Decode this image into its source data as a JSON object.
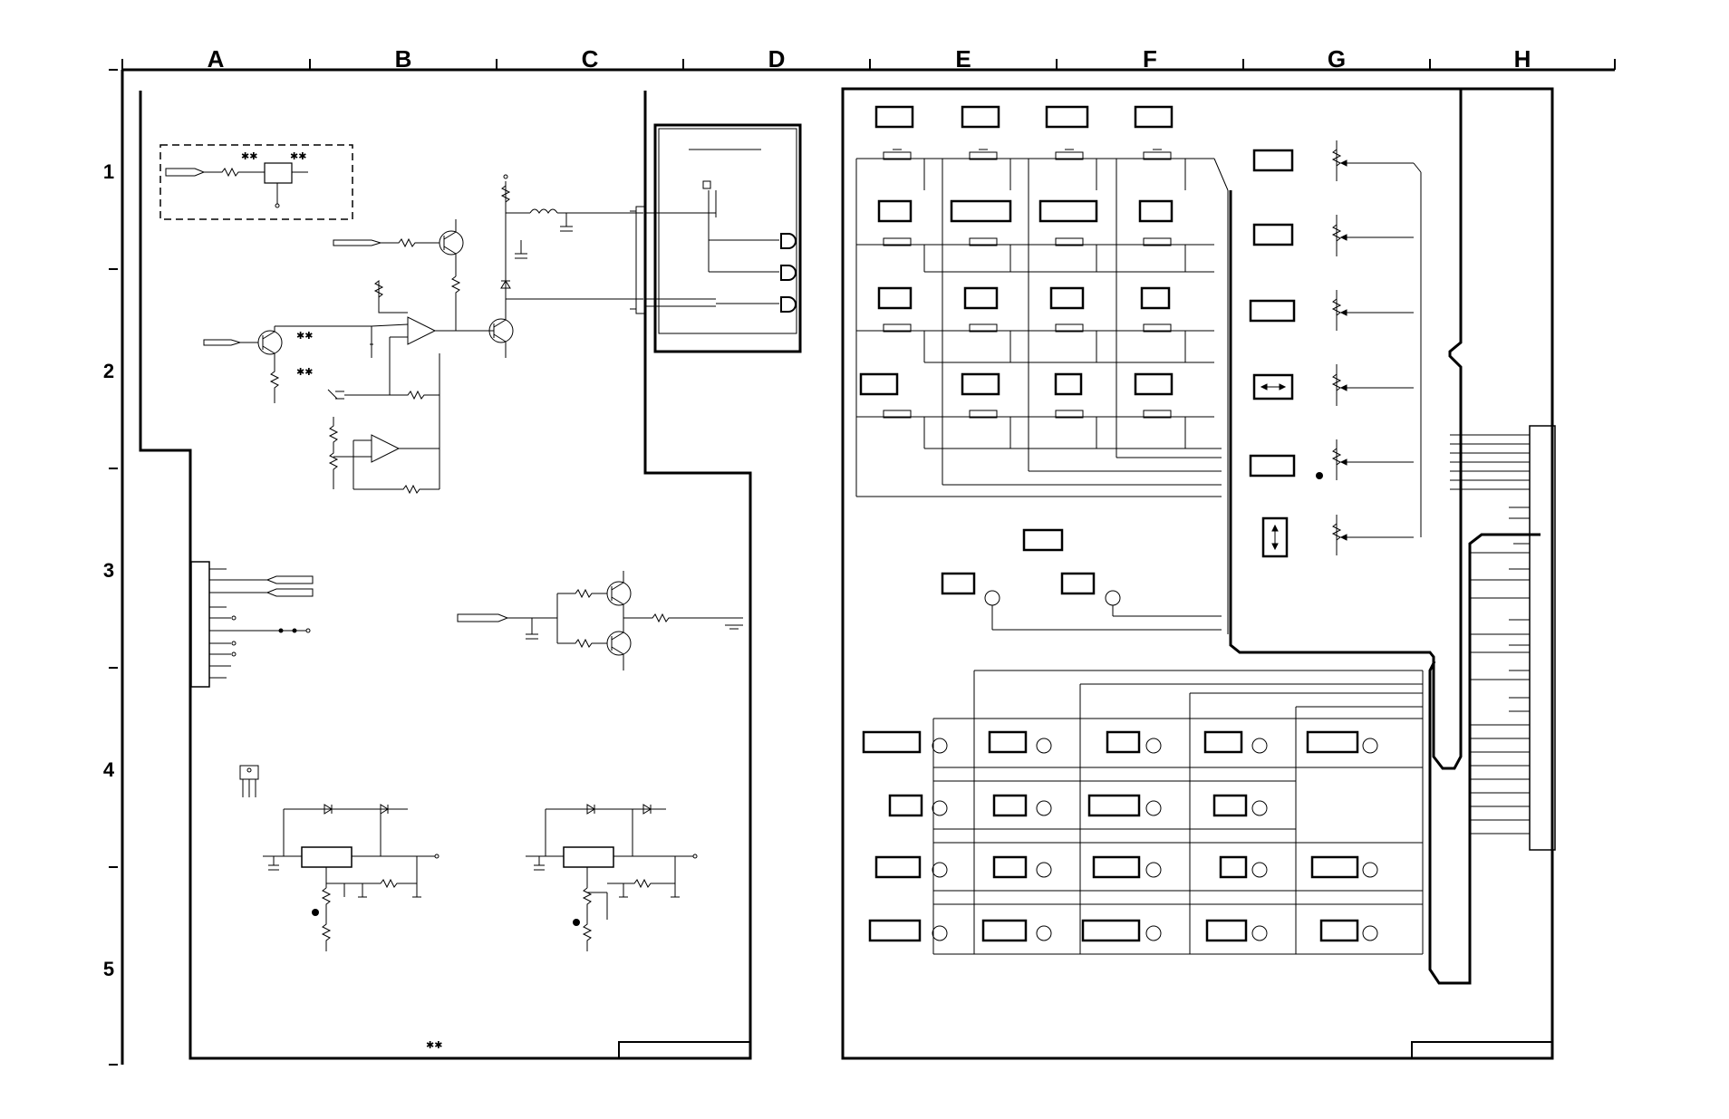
{
  "grid": {
    "columns": [
      "A",
      "B",
      "C",
      "D",
      "E",
      "F",
      "G",
      "H"
    ],
    "rows": [
      "1",
      "2",
      "3",
      "4",
      "5"
    ]
  },
  "notes": {
    "star_mark": "✱✱"
  },
  "colors": {
    "ink": "#000000",
    "paper": "#ffffff"
  }
}
